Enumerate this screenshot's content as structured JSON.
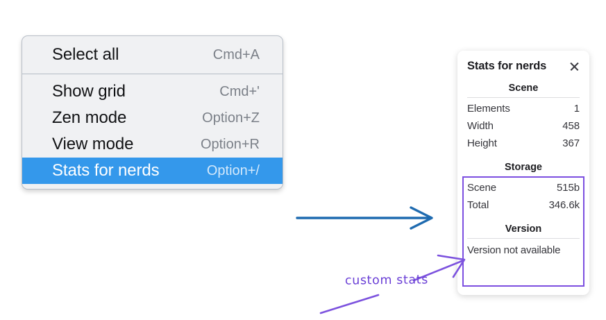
{
  "context_menu": {
    "name": "canvas-context-menu",
    "sections": [
      {
        "items": [
          {
            "label": "Select all",
            "shortcut": "Cmd+A",
            "selected": false
          }
        ]
      },
      {
        "items": [
          {
            "label": "Show grid",
            "shortcut": "Cmd+'",
            "selected": false
          },
          {
            "label": "Zen mode",
            "shortcut": "Option+Z",
            "selected": false
          },
          {
            "label": "View mode",
            "shortcut": "Option+R",
            "selected": false
          },
          {
            "label": "Stats for nerds",
            "shortcut": "Option+/",
            "selected": true
          }
        ]
      }
    ],
    "highlight_color": "#3498eb",
    "background_color": "#f0f1f3"
  },
  "stats_panel": {
    "title": "Stats for nerds",
    "close_icon": "close-icon",
    "sections": [
      {
        "title": "Scene",
        "rows": [
          {
            "label": "Elements",
            "value": "1"
          },
          {
            "label": "Width",
            "value": "458"
          },
          {
            "label": "Height",
            "value": "367"
          }
        ]
      },
      {
        "title": "Storage",
        "rows": [
          {
            "label": "Scene",
            "value": "515b"
          },
          {
            "label": "Total",
            "value": "346.6k"
          }
        ]
      },
      {
        "title": "Version",
        "note": "Version not available"
      }
    ],
    "highlight_border_color": "#7c4fe0"
  },
  "annotations": {
    "label": "custom stats",
    "label_color": "#6a3fd6",
    "blue_arrow_color": "#1f6bb0",
    "purple_stroke_color": "#7c52de"
  }
}
